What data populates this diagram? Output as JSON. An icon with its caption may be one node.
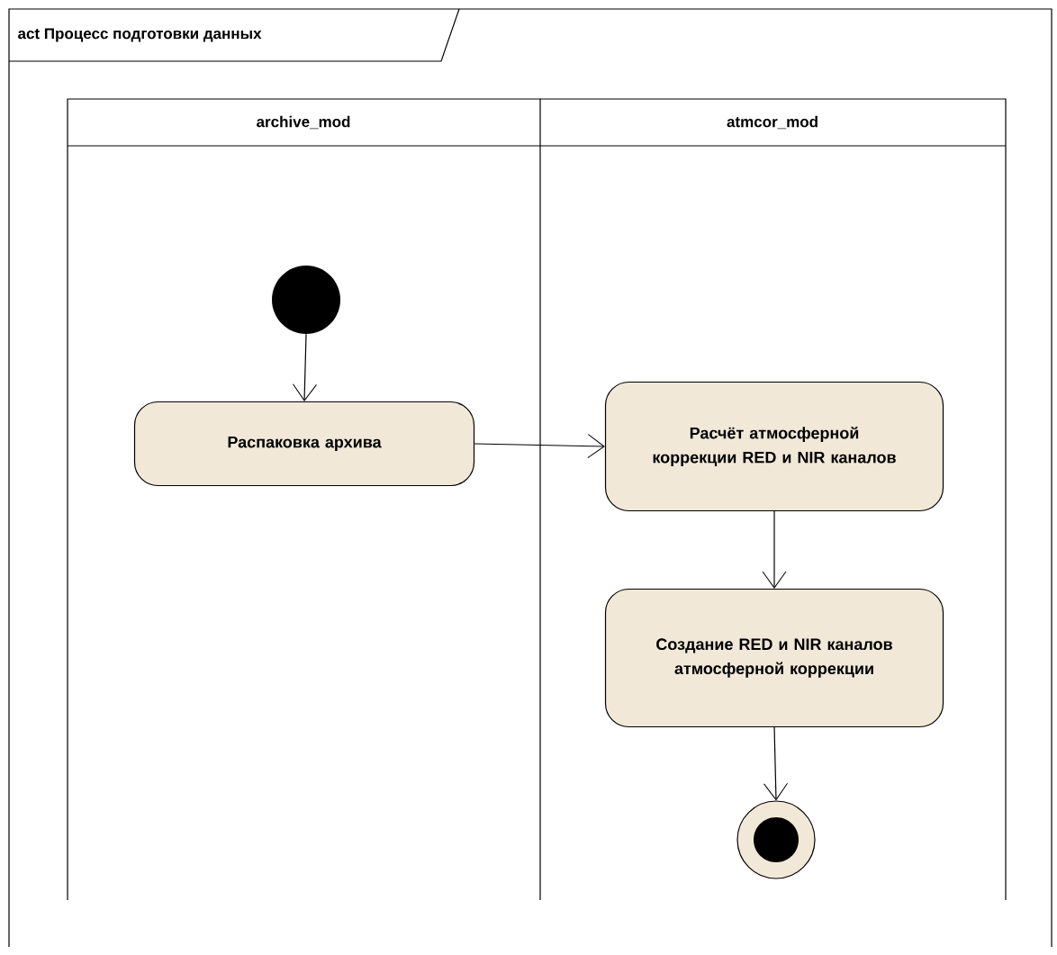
{
  "diagram": {
    "title": "act Процесс подготовки данных",
    "nodes": [
      {
        "text": [
          "archive_mod"
        ]
      },
      {
        "text": [
          "atmcor_mod"
        ]
      },
      {
        "text": [],
        "shape": "circle",
        "in": 0
      },
      {
        "text": [
          "Распаковка архива"
        ],
        "in": 0
      },
      {
        "text": [
          "Расчёт атмосферной коррекции RED и NIR каналов"
        ],
        "in": 1
      },
      {
        "text": [
          "Создание RED и NIR каналов атмосферной коррекции"
        ],
        "in": 1
      },
      {
        "text": [],
        "shape": "final-circle",
        "in": 1
      }
    ],
    "edges": [
      {
        "from": 2,
        "to": 3,
        "arrow": "to"
      },
      {
        "from": 3,
        "to": 4,
        "arrow": "to"
      },
      {
        "from": 4,
        "to": 5,
        "arrow": "to"
      },
      {
        "from": 5,
        "to": 6,
        "arrow": "to"
      }
    ]
  }
}
